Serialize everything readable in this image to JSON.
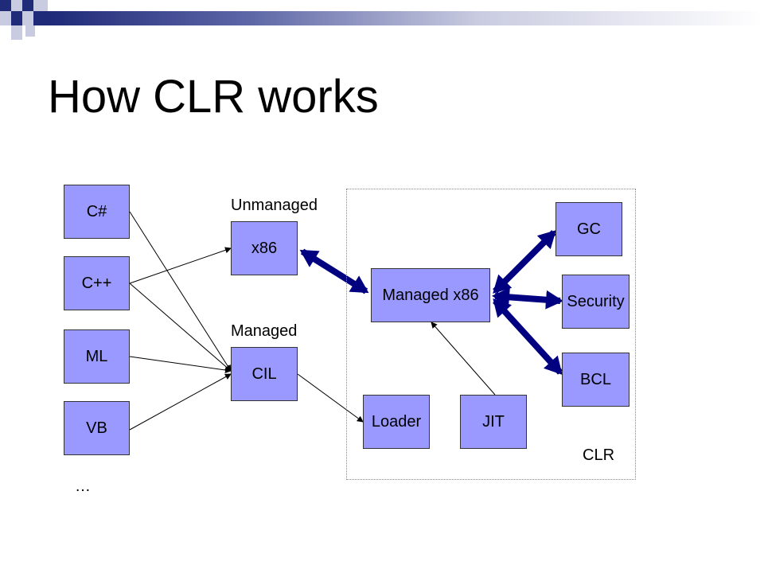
{
  "slide": {
    "title": "How CLR works"
  },
  "diagram": {
    "languages": [
      "C#",
      "C++",
      "ML",
      "VB"
    ],
    "ellipsis": "…",
    "unmanaged_label": "Unmanaged",
    "managed_label": "Managed",
    "x86": "x86",
    "cil": "CIL",
    "managed_x86": "Managed x86",
    "loader": "Loader",
    "jit": "JIT",
    "gc": "GC",
    "security": "Security",
    "bcl": "BCL",
    "clr": "CLR"
  },
  "colors": {
    "box_fill": "#9999ff",
    "thick_arrow": "#000080",
    "header_dark": "#1f2a78"
  }
}
